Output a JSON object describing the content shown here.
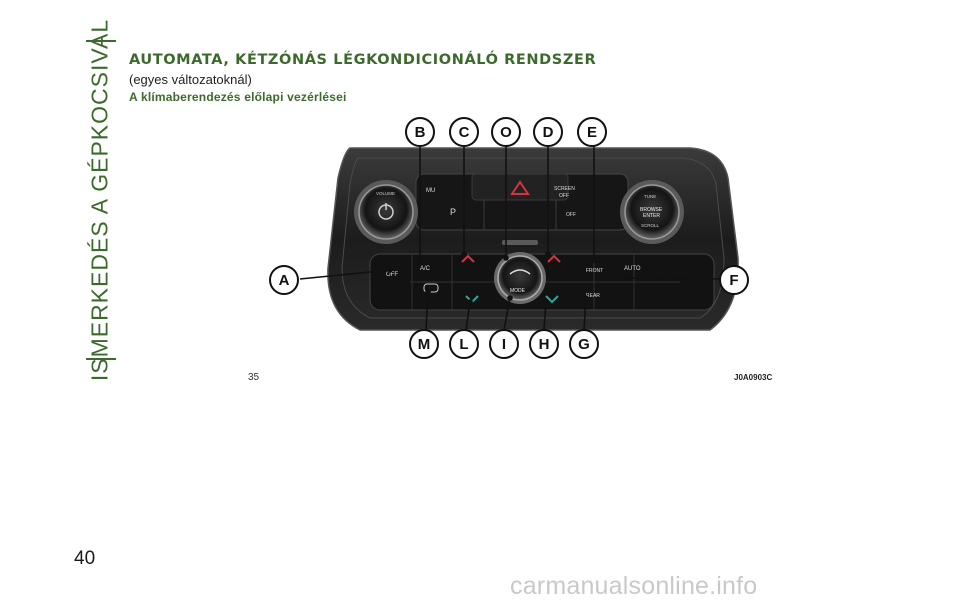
{
  "sidebar": {
    "chapter_title": "ISMERKEDÉS A GÉPKOCSIVAL"
  },
  "section": {
    "title": "AUTOMATA, KÉTZÓNÁS LÉGKONDICIONÁLÓ RENDSZER",
    "subtitle": "(egyes változatoknál)",
    "caption": "A klímaberendezés előlapi vezérlései"
  },
  "figure": {
    "number": "35",
    "code": "J0A0903C",
    "callouts_top": [
      "B",
      "C",
      "O",
      "D",
      "E"
    ],
    "callouts_side": [
      "A",
      "F"
    ],
    "callouts_bottom": [
      "M",
      "L",
      "I",
      "H",
      "G"
    ],
    "panel_labels": {
      "volume": "VOLUME",
      "mute": "MU",
      "power_p": "P",
      "screen_off": "SCREEN\nOFF",
      "scr_off": "OFF",
      "tune": "TUNE",
      "browse_enter": "BROWSE\nENTER",
      "scroll": "SCROLL",
      "off": "OFF",
      "ac": "A/C",
      "front": "FRONT",
      "auto": "AUTO",
      "rear": "REAR",
      "mode": "MODE"
    },
    "colors": {
      "red_arrow": "#d2353d",
      "teal_arrow": "#2aa8a0",
      "panel": "#1e1e1e"
    }
  },
  "page": {
    "number": "40"
  },
  "watermark": {
    "text": "carmanualsonline.info"
  }
}
